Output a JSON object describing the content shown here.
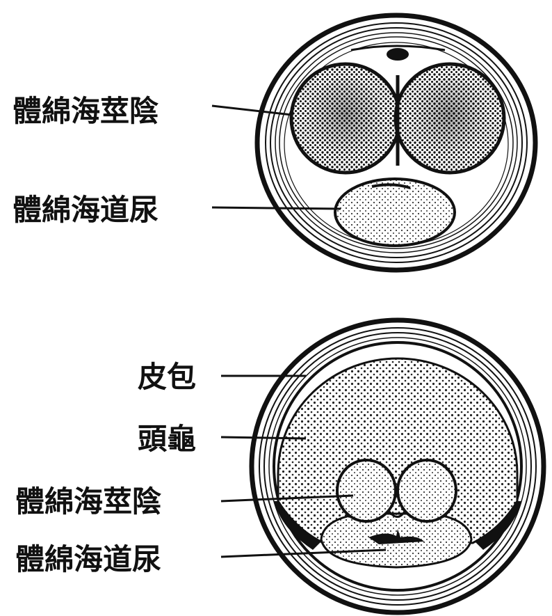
{
  "figure": {
    "top_section": {
      "labels": {
        "corpus_cavernosum_penis": "體綿海莖陰",
        "corpus_spongiosum_urethrae": "體綿海道尿"
      }
    },
    "bottom_section": {
      "labels": {
        "prepuce": "皮包",
        "glans": "頭龜",
        "corpus_cavernosum_penis": "體綿海莖陰",
        "corpus_spongiosum_urethrae": "體綿海道尿"
      }
    }
  },
  "colors": {
    "ink": "#111111",
    "tissue_fill": "#f4f4f4",
    "background": "#ffffff"
  }
}
